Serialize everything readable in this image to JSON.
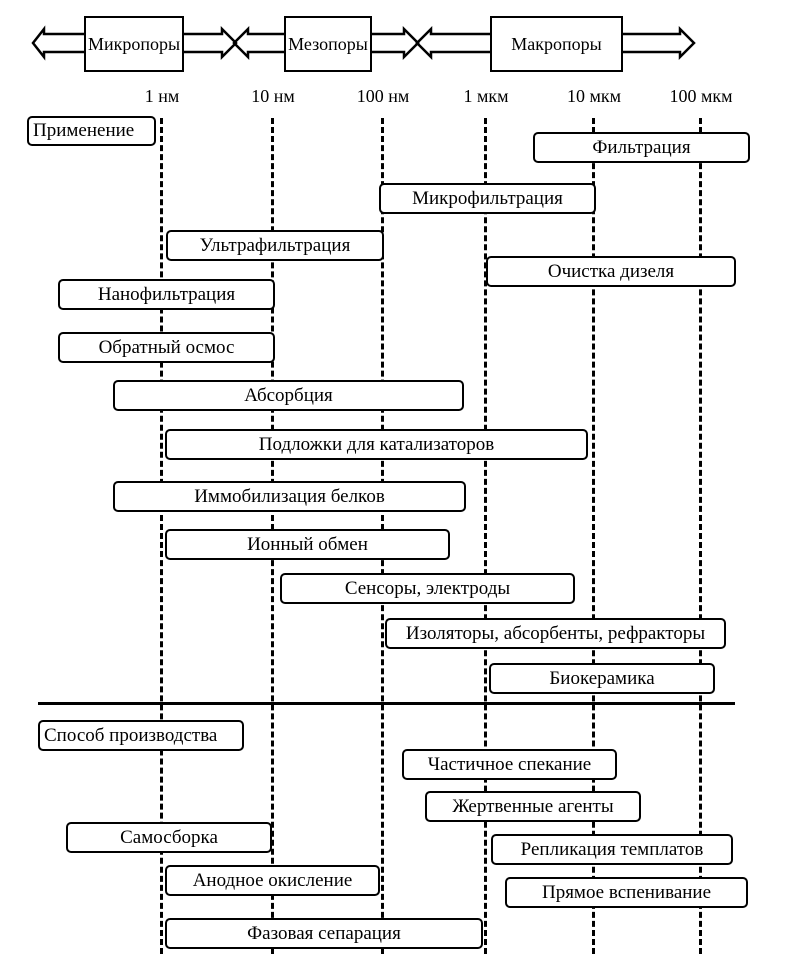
{
  "pore_classes": [
    {
      "label": "Микропоры"
    },
    {
      "label": "Мезопоры"
    },
    {
      "label": "Макропоры"
    }
  ],
  "scale_ticks": [
    "1 нм",
    "10 нм",
    "100 нм",
    "1 мкм",
    "10 мкм",
    "100 мкм"
  ],
  "sections": {
    "application": {
      "header": "Применение",
      "items": [
        {
          "label": "Фильтрация",
          "range": [
            "3 мкм",
            "300 мкм"
          ]
        },
        {
          "label": "Микрофильтрация",
          "range": [
            "100 нм",
            "10 мкм"
          ]
        },
        {
          "label": "Ультрафильтрация",
          "range": [
            "1 нм",
            "100 нм"
          ]
        },
        {
          "label": "Очистка дизеля",
          "range": [
            "1 мкм",
            "300 мкм"
          ]
        },
        {
          "label": "Нанофильтрация",
          "range": [
            "0.1 нм",
            "10 нм"
          ]
        },
        {
          "label": "Обратный осмос",
          "range": [
            "0.1 нм",
            "10 нм"
          ]
        },
        {
          "label": "Абсорбция",
          "range": [
            "0.3 нм",
            "700 нм"
          ]
        },
        {
          "label": "Подложки для катализаторов",
          "range": [
            "1 нм",
            "10 мкм"
          ]
        },
        {
          "label": "Иммобилизация белков",
          "range": [
            "0.3 нм",
            "700 нм"
          ]
        },
        {
          "label": "Ионный обмен",
          "range": [
            "1 нм",
            "500 нм"
          ]
        },
        {
          "label": "Сенсоры, электроды",
          "range": [
            "10 нм",
            "8 мкм"
          ]
        },
        {
          "label": "Изоляторы, абсорбенты, рефракторы",
          "range": [
            "100 нм",
            "200 мкм"
          ]
        },
        {
          "label": "Биокерамика",
          "range": [
            "1 мкм",
            "200 мкм"
          ]
        }
      ]
    },
    "production": {
      "header": "Способ производства",
      "items": [
        {
          "label": "Частичное спекание",
          "range": [
            "200 нм",
            "30 мкм"
          ]
        },
        {
          "label": "Жертвенные агенты",
          "range": [
            "300 нм",
            "40 мкм"
          ]
        },
        {
          "label": "Самосборка",
          "range": [
            "0.1 нм",
            "10 нм"
          ]
        },
        {
          "label": "Репликация темплатов",
          "range": [
            "1 мкм",
            "300 мкм"
          ]
        },
        {
          "label": "Анодное окисление",
          "range": [
            "1 нм",
            "100 нм"
          ]
        },
        {
          "label": "Прямое вспенивание",
          "range": [
            "2 мкм",
            "400 мкм"
          ]
        },
        {
          "label": "Фазовая сепарация",
          "range": [
            "1 нм",
            "1 мкм"
          ]
        }
      ]
    }
  }
}
